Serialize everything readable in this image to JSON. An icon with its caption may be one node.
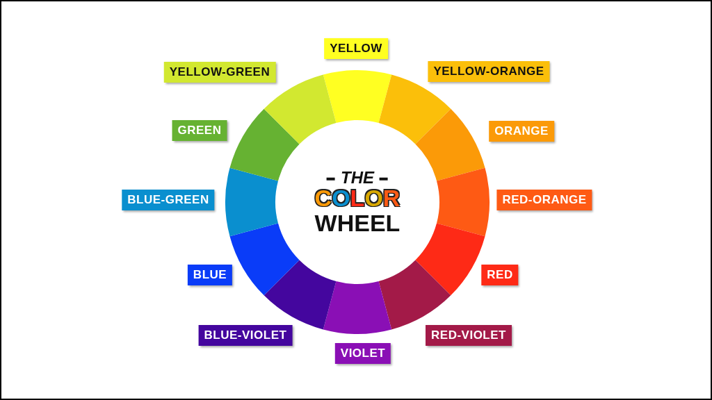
{
  "diagram": {
    "title": "THE COLOR WHEEL",
    "nodes": [
      {
        "text": [
          "YELLOW"
        ]
      },
      {
        "text": [
          "YELLOW-GREEN"
        ]
      },
      {
        "text": [
          "YELLOW-ORANGE"
        ]
      },
      {
        "text": [
          "GREEN"
        ]
      },
      {
        "text": [
          "ORANGE"
        ]
      },
      {
        "text": [
          "BLUE-GREEN"
        ]
      },
      {
        "text": [
          "RED-ORANGE"
        ]
      },
      {
        "text": [
          "BLUE"
        ]
      },
      {
        "text": [
          "RED"
        ]
      },
      {
        "text": [
          "BLUE-VIOLET"
        ]
      },
      {
        "text": [
          "RED-VIOLET"
        ]
      },
      {
        "text": [
          "VIOLET"
        ]
      }
    ],
    "edges": []
  }
}
